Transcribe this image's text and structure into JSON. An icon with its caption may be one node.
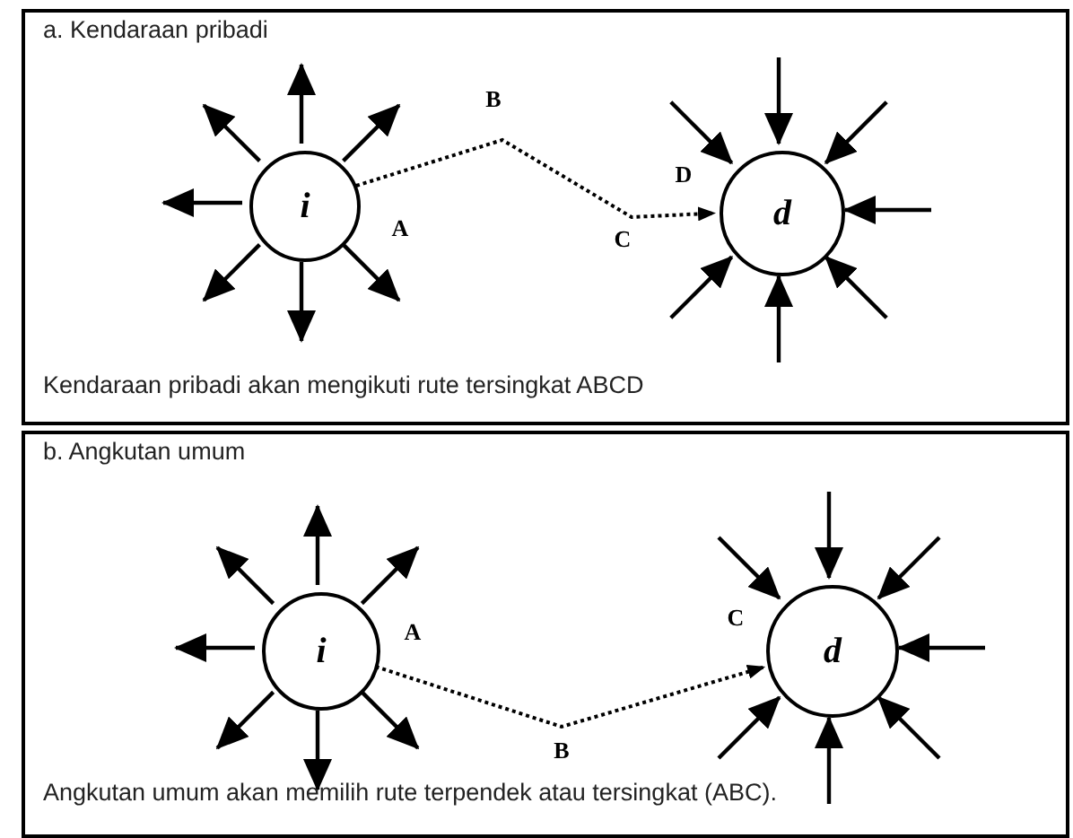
{
  "diagram": {
    "nodes": [
      {
        "text": [
          "a. Kendaraan pribadi",
          "Kendaraan pribadi akan mengikuti rute tersingkat ABCD"
        ]
      },
      {
        "text": [
          "i"
        ],
        "in": 0
      },
      {
        "text": [
          "d"
        ],
        "in": 0
      },
      {
        "text": [
          "b. Angkutan umum",
          "Angkutan umum akan memilih rute terpendek atau tersingkat (ABC)."
        ]
      },
      {
        "text": [
          "i"
        ],
        "in": 3
      },
      {
        "text": [
          "d"
        ],
        "in": 3
      }
    ],
    "edges": [
      {
        "from": 1,
        "to": 2,
        "arrow": "to",
        "style": "dashed"
      },
      {
        "from": 1,
        "to": null,
        "arrow": "to"
      },
      {
        "from": 1,
        "to": null,
        "arrow": "to"
      },
      {
        "from": 1,
        "to": null,
        "arrow": "to"
      },
      {
        "from": 1,
        "to": null,
        "arrow": "to"
      },
      {
        "from": 1,
        "to": null,
        "arrow": "to"
      },
      {
        "from": 1,
        "to": null,
        "arrow": "to"
      },
      {
        "from": 1,
        "to": null,
        "arrow": "to"
      },
      {
        "from": null,
        "to": 2,
        "arrow": "to"
      },
      {
        "from": null,
        "to": 2,
        "arrow": "to"
      },
      {
        "from": null,
        "to": 2,
        "arrow": "to"
      },
      {
        "from": null,
        "to": 2,
        "arrow": "to"
      },
      {
        "from": null,
        "to": 2,
        "arrow": "to"
      },
      {
        "from": null,
        "to": 2,
        "arrow": "to"
      },
      {
        "from": null,
        "to": 2,
        "arrow": "to"
      },
      {
        "from": 4,
        "to": 5,
        "arrow": "to",
        "style": "dashed"
      },
      {
        "from": 4,
        "to": null,
        "arrow": "to"
      },
      {
        "from": 4,
        "to": null,
        "arrow": "to"
      },
      {
        "from": 4,
        "to": null,
        "arrow": "to"
      },
      {
        "from": 4,
        "to": null,
        "arrow": "to"
      },
      {
        "from": 4,
        "to": null,
        "arrow": "to"
      },
      {
        "from": 4,
        "to": null,
        "arrow": "to"
      },
      {
        "from": 4,
        "to": null,
        "arrow": "to"
      },
      {
        "from": null,
        "to": 5,
        "arrow": "to"
      },
      {
        "from": null,
        "to": 5,
        "arrow": "to"
      },
      {
        "from": null,
        "to": 5,
        "arrow": "to"
      },
      {
        "from": null,
        "to": 5,
        "arrow": "to"
      },
      {
        "from": null,
        "to": 5,
        "arrow": "to"
      },
      {
        "from": null,
        "to": 5,
        "arrow": "to"
      },
      {
        "from": null,
        "to": 5,
        "arrow": "to"
      }
    ],
    "labels": [
      "B",
      "D",
      "A",
      "C",
      "A",
      "C",
      "B"
    ]
  }
}
